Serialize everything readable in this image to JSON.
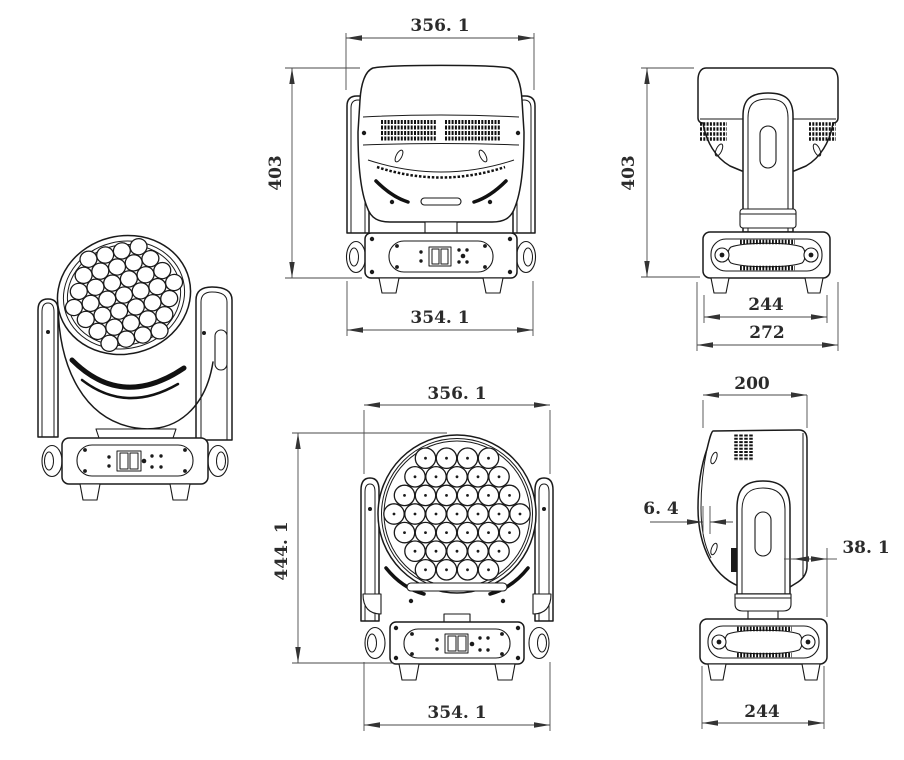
{
  "canvas": {
    "background": "#ffffff",
    "line_color": "#1a1a1a",
    "dim_color": "#4a4a4a"
  },
  "fixture": {
    "led_lens_count": 37,
    "lens_rows": [
      4,
      5,
      6,
      7,
      6,
      5,
      4
    ]
  },
  "dimensions": {
    "rear_width_top": "356. 1",
    "rear_height": "403",
    "rear_width_bottom": "354. 1",
    "side_height": "403",
    "side_base_width": "244",
    "side_overall_width": "272",
    "front_width_top": "356. 1",
    "front_height": "444. 1",
    "front_width_bottom": "354. 1",
    "profile_top_width": "200",
    "profile_front_offset": "6. 4",
    "profile_rear_offset": "38. 1",
    "profile_base_width": "244"
  }
}
